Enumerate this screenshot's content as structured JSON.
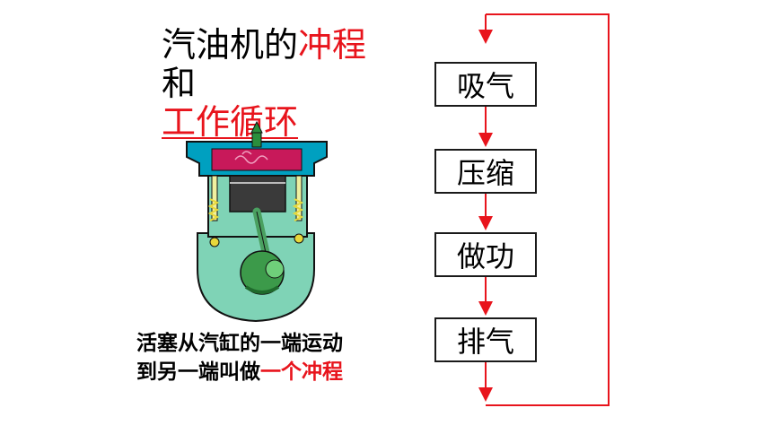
{
  "title": {
    "line1_black": "汽油机的",
    "line1_red": "冲程",
    "line2": "和",
    "line3_red": "工作循环"
  },
  "caption": {
    "line1": "活塞从汽缸的一端运动",
    "line2_black": "到另一端叫做",
    "line2_red": "一个冲程"
  },
  "cycle_steps": [
    "吸气",
    "压缩",
    "做功",
    "排气"
  ],
  "colors": {
    "red_text": "#e8141c",
    "arrow_red": "#e8141c",
    "cylinder_fill": "#7fd3b6",
    "cylinder_head": "#00a0c0",
    "combustion": "#c8195a",
    "piston": "#3a3a3a",
    "rod": "#4aa060"
  }
}
